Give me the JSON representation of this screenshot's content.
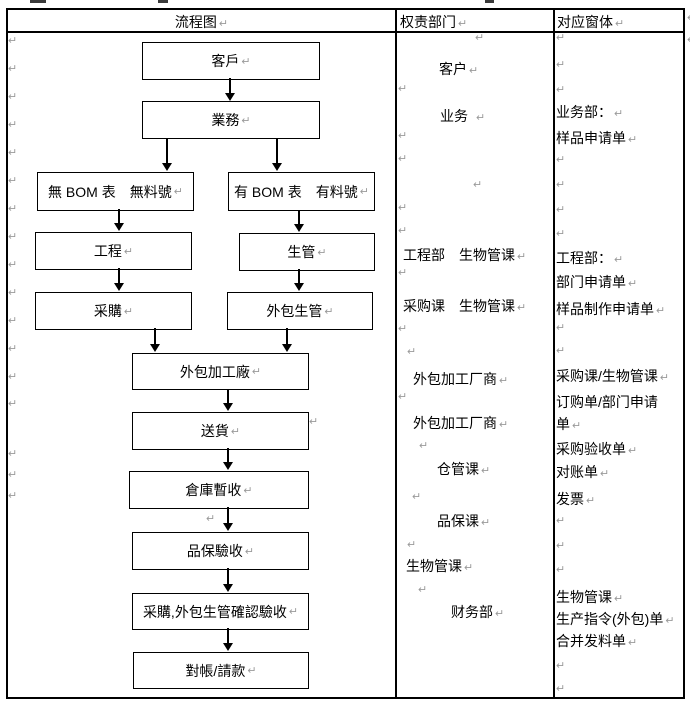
{
  "marks": {
    "pilcrow": "↵"
  },
  "header": {
    "flow_col": "流程图",
    "dept_col": "权责部门",
    "form_col": "对应窗体"
  },
  "flow": {
    "boxes": [
      "客戶",
      "業務",
      "無 BOM 表　無料號",
      "有 BOM 表　有料號",
      "工程",
      "生管",
      "采購",
      "外包生管",
      "外包加工廠",
      "送貨",
      "倉庫暫收",
      "品保驗收",
      "采購,外包生管確認驗收",
      "對帳/請款"
    ]
  },
  "departments": {
    "items": [
      "客户",
      "业务",
      "工程部　生物管课",
      "采购课　生物管课",
      "外包加工厂商",
      "外包加工厂商",
      "仓管课",
      "品保课",
      "生物管课",
      "财务部"
    ]
  },
  "forms": {
    "items": [
      "业务部：",
      "样品申请单",
      "工程部：",
      "部门申请单",
      "样品制作申请单",
      "采购课/生物管课",
      "订购单/部门申请",
      "单",
      "采购验收单",
      "对账单",
      "发票",
      "生物管课",
      "生产指令(外包)单",
      "合并发料单"
    ]
  },
  "colors": {
    "border": "#000000",
    "pilcrow_gray": "#9a9a9a",
    "background": "#ffffff"
  }
}
